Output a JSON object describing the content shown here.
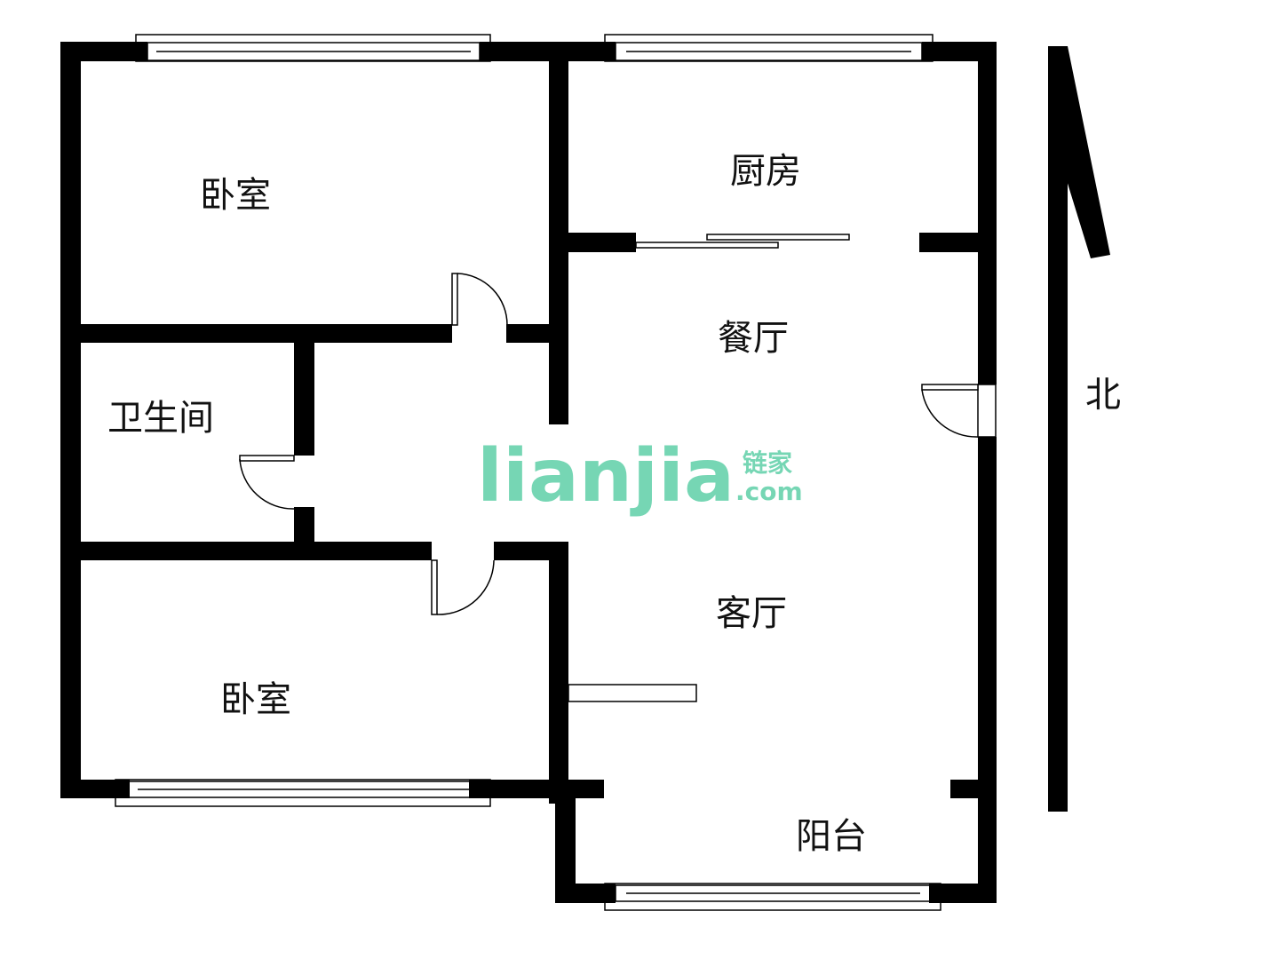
{
  "rooms": {
    "bedroom_north": "卧室",
    "kitchen": "厨房",
    "dining": "餐厅",
    "bathroom": "卫生间",
    "living": "客厅",
    "bedroom_south": "卧室",
    "balcony": "阳台"
  },
  "compass": {
    "label": "北"
  },
  "watermark": {
    "brand": "Lianjia",
    "cn": "链家",
    "domain": ".com",
    "color": "#5fd0a8"
  },
  "colors": {
    "wall": "#000000",
    "background": "#ffffff"
  }
}
